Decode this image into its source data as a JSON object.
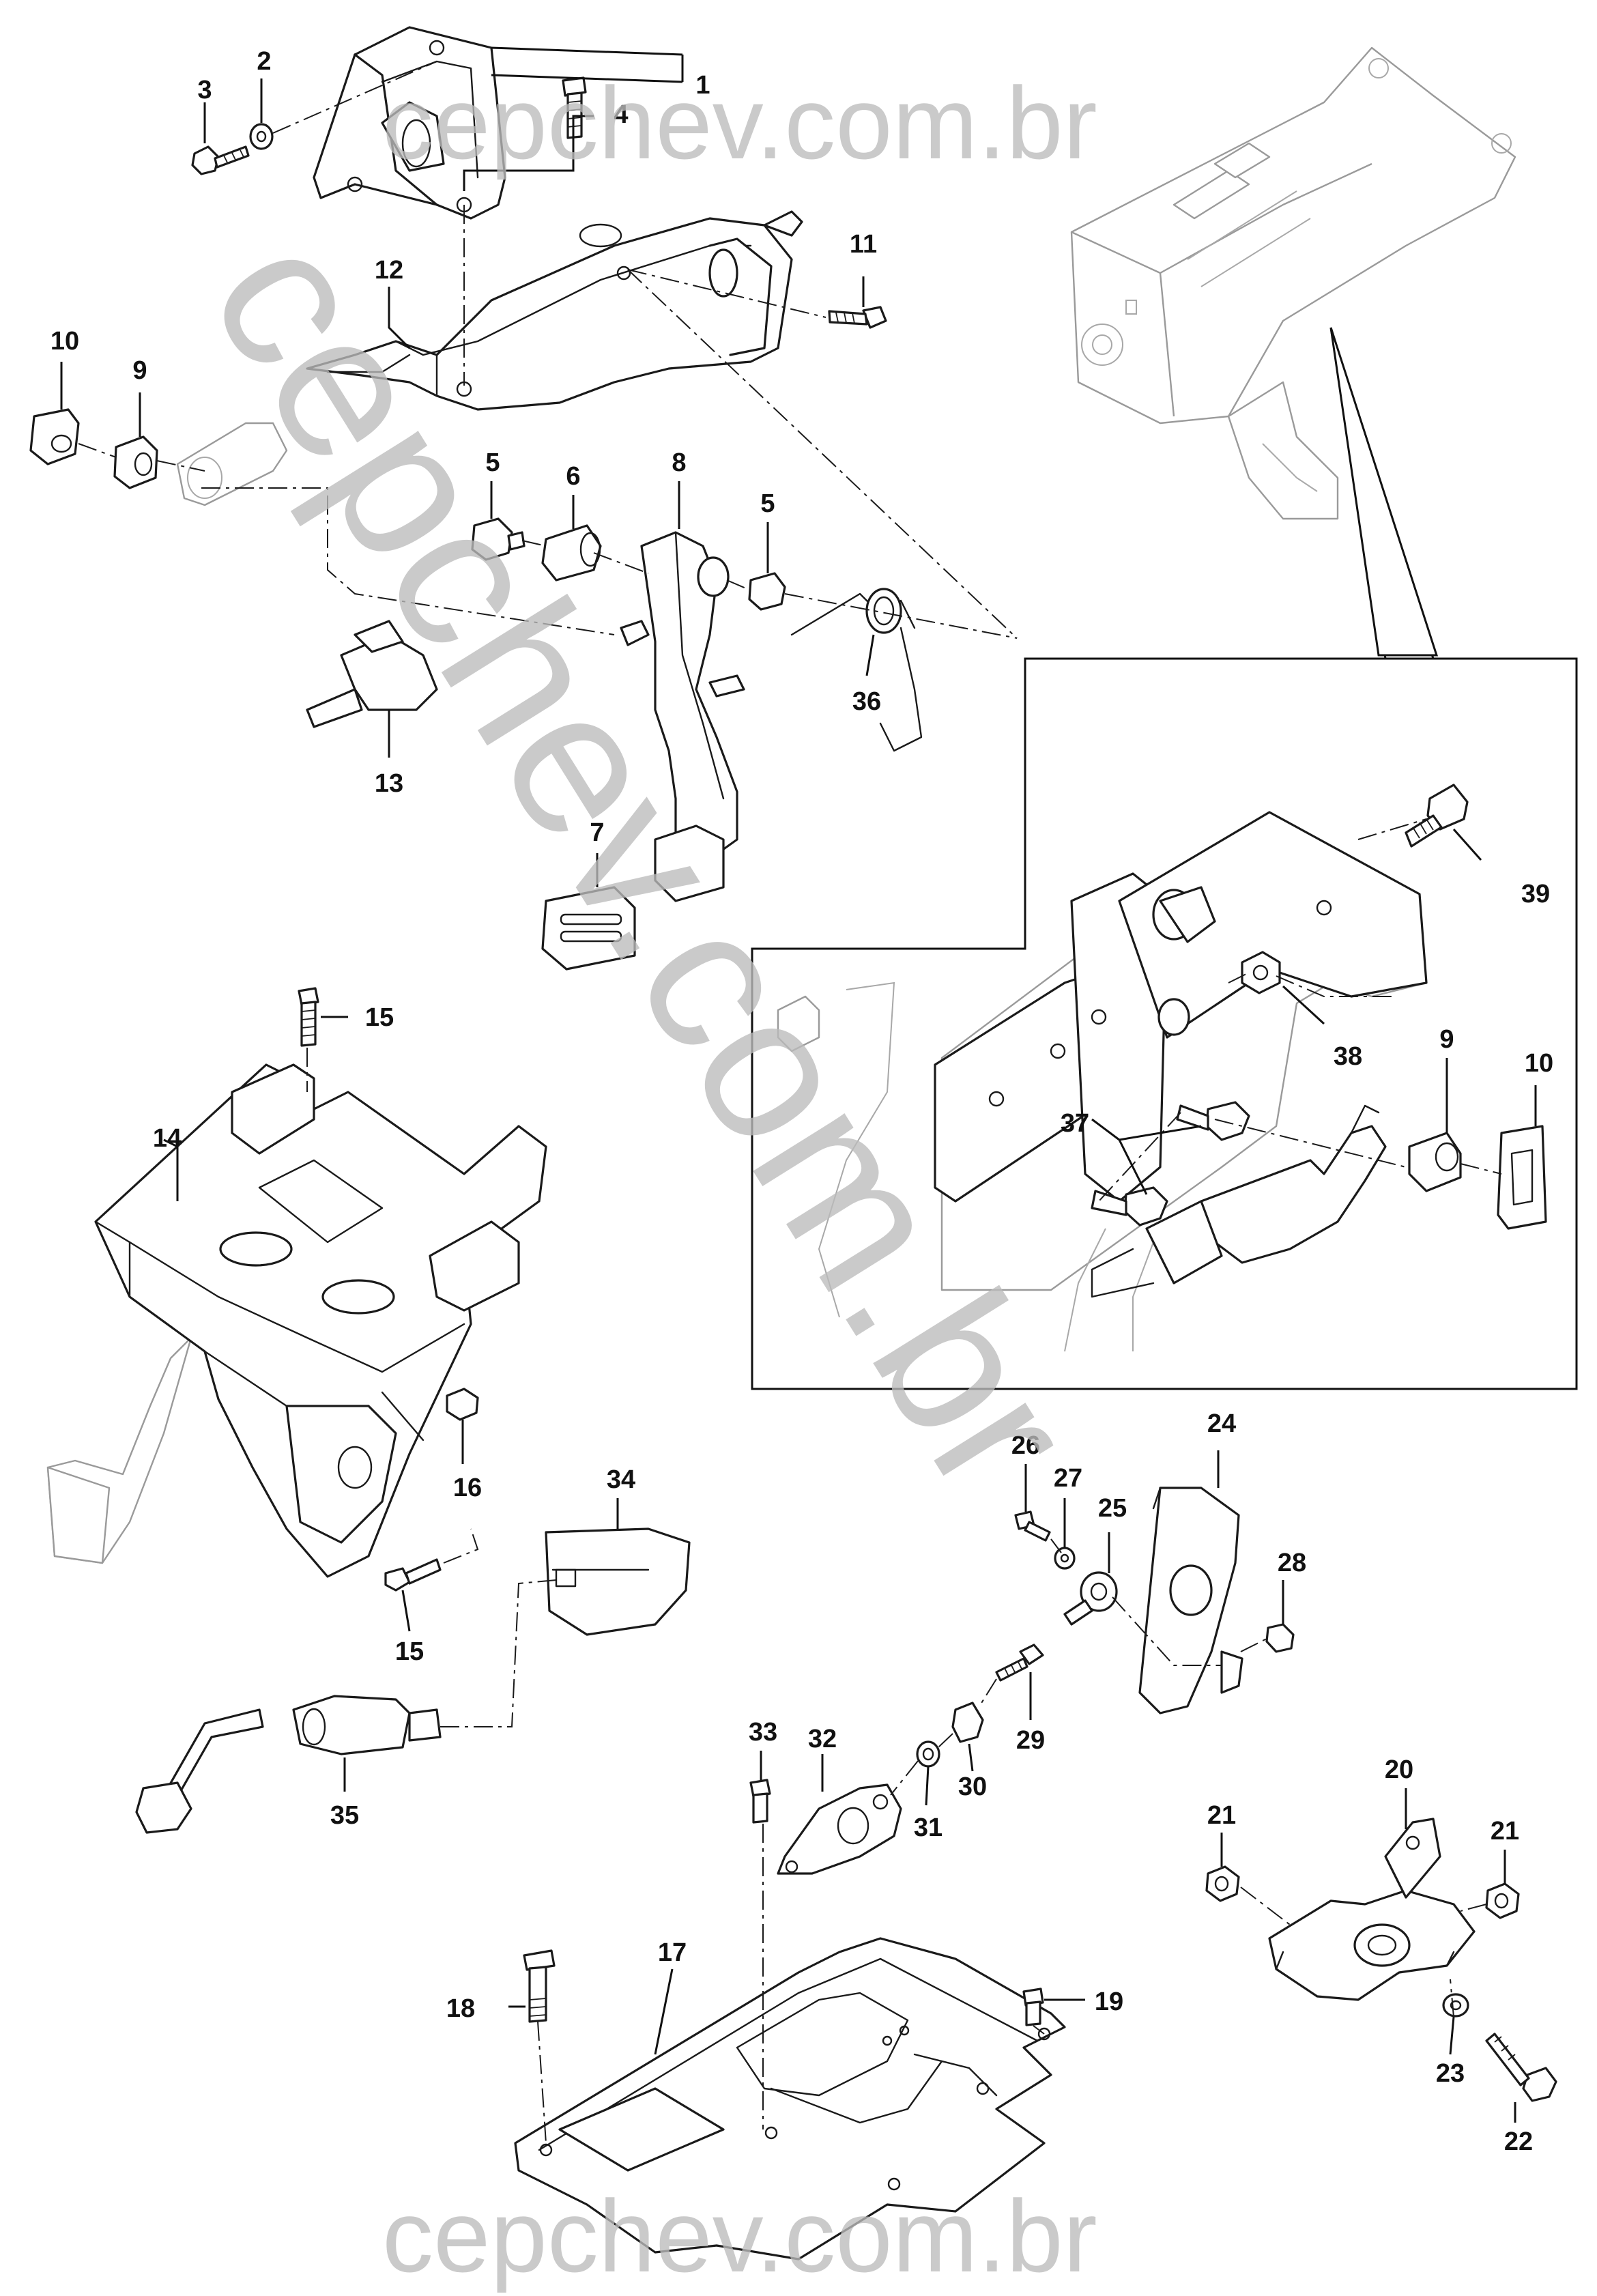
{
  "watermark": {
    "top": "cepchev.com.br",
    "diagonal": "cepchev.com.br",
    "bottom": "cepchev.com.br"
  },
  "callouts": {
    "c1": "1",
    "c2": "2",
    "c3": "3",
    "c4": "4",
    "c5a": "5",
    "c5b": "5",
    "c6": "6",
    "c7": "7",
    "c8": "8",
    "c9a": "9",
    "c9b": "9",
    "c10a": "10",
    "c10b": "10",
    "c11": "11",
    "c12": "12",
    "c13": "13",
    "c14": "14",
    "c15a": "15",
    "c15b": "15",
    "c16": "16",
    "c17": "17",
    "c18": "18",
    "c19": "19",
    "c20": "20",
    "c21a": "21",
    "c21b": "21",
    "c22": "22",
    "c23": "23",
    "c24": "24",
    "c25": "25",
    "c26": "26",
    "c27": "27",
    "c28": "28",
    "c29": "29",
    "c30": "30",
    "c31": "31",
    "c32": "32",
    "c33": "33",
    "c34": "34",
    "c35": "35",
    "c36": "36",
    "c37": "37",
    "c38": "38",
    "c39": "39"
  }
}
